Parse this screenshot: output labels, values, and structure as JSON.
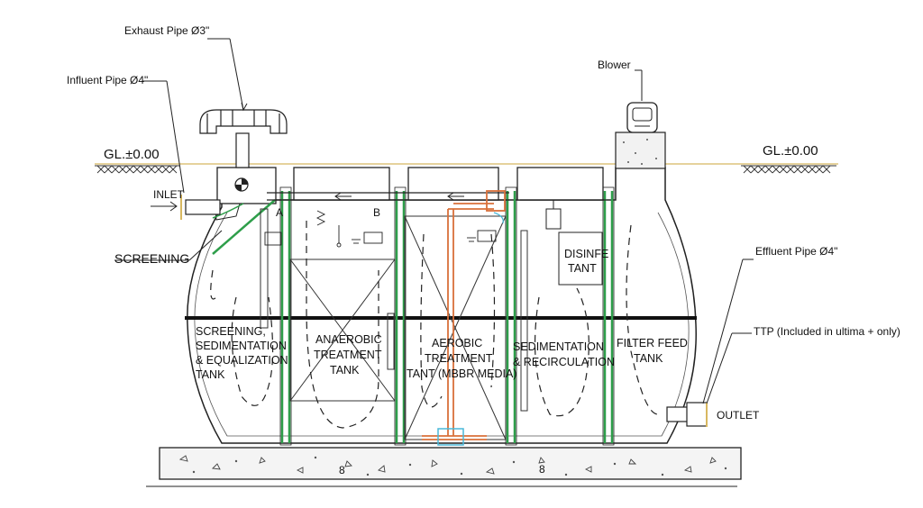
{
  "callouts": {
    "exhaust_pipe": "Exhaust Pipe Ø3\"",
    "influent_pipe": "Influent Pipe Ø4\"",
    "blower": "Blower",
    "effluent_pipe": "Effluent Pipe Ø4\"",
    "ttp": "TTP (Included in ultima + only)",
    "inlet": "INLET",
    "outlet": "OUTLET",
    "screening": "SCREENING",
    "gl_left": "GL.±0.00",
    "gl_right": "GL.±0.00",
    "marker_a": "A",
    "marker_b": "B",
    "disinfectant_line1": "DISINFE",
    "disinfectant_line2": "TANT"
  },
  "tanks": {
    "t1_line1": "SCREENING,",
    "t1_line2": "SEDIMENTATION",
    "t1_line3": "& EQUALIZATION",
    "t1_line4": "TANK",
    "t2_line1": "ANAEROBIC",
    "t2_line2": "TREATMENT",
    "t2_line3": "TANK",
    "t3_line1": "AEROBIC",
    "t3_line2": "TREATMENT",
    "t3_line3": "TANT (MBBR MEDIA)",
    "t4_line1": "SEDIMENTATION",
    "t4_line2": "& RECIRCULATION",
    "t5_line1": "FILTER FEED",
    "t5_line2": "TANK"
  },
  "colors": {
    "ground_line": "#d8b860",
    "partition": "#2e9e4a",
    "aeration": "#d9703a",
    "diffuser": "#4ab8d8",
    "outline": "#222222"
  }
}
